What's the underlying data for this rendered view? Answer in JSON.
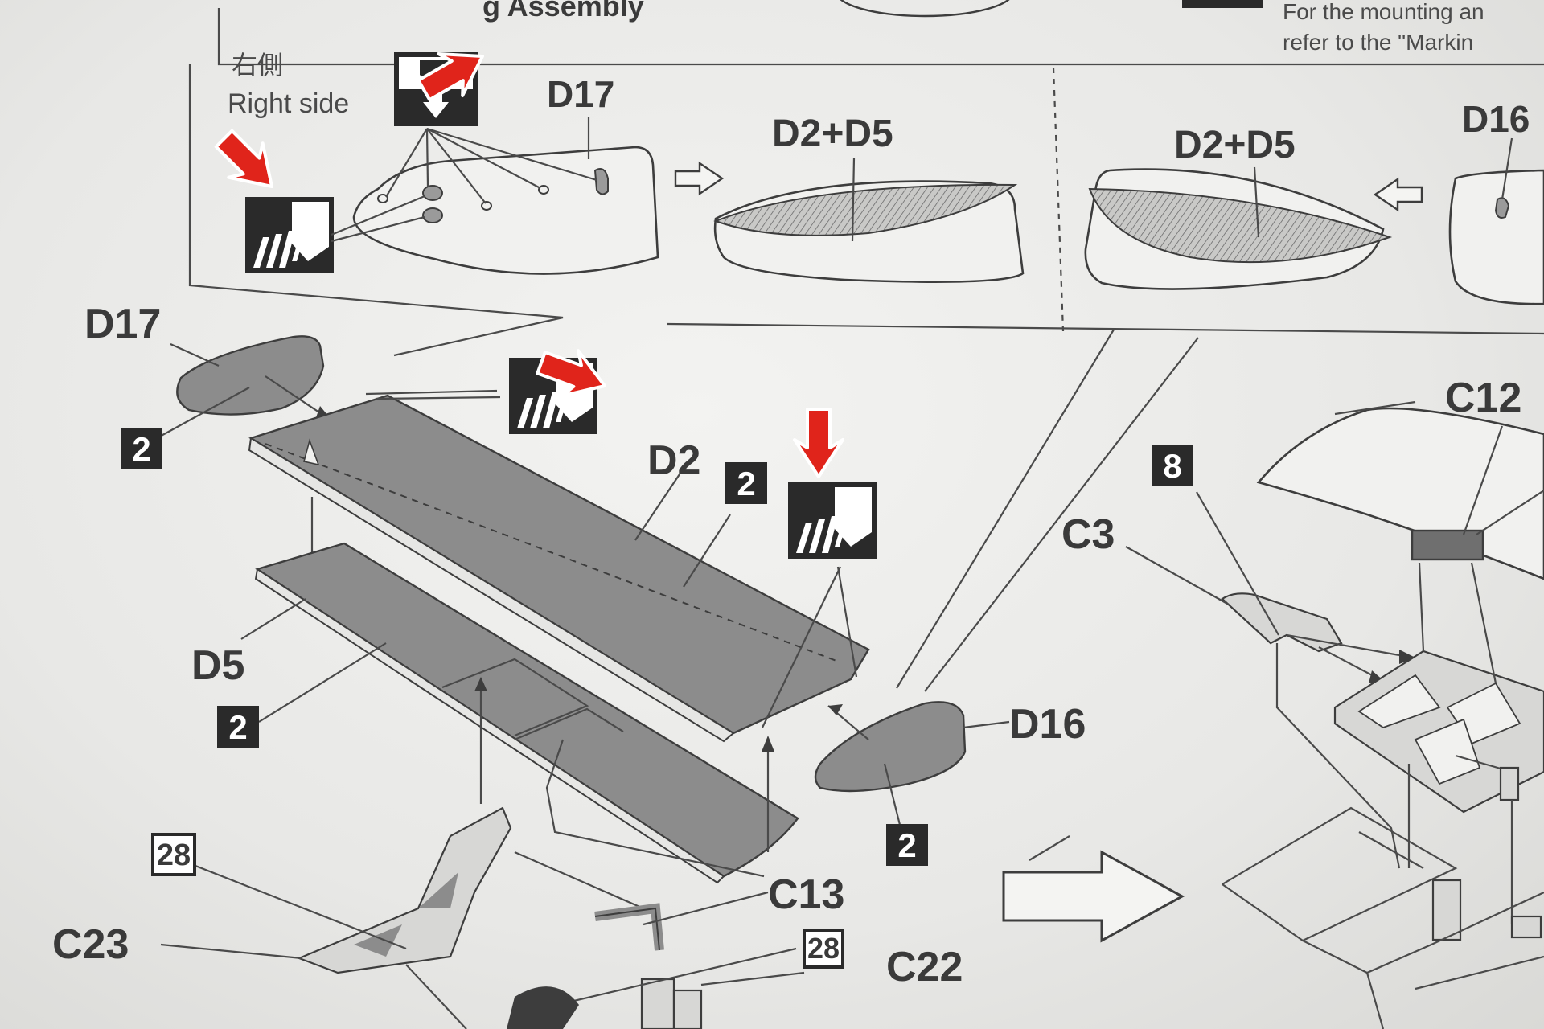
{
  "header": {
    "title_fragment": "g Assembly",
    "note_line1": "For the mounting an",
    "note_line2": "refer to the \"Markin"
  },
  "inset": {
    "side_label_jp": "右側",
    "side_label_en": "Right side",
    "labels": {
      "d17": "D17",
      "d2d5_left": "D2+D5",
      "d2d5_right": "D2+D5",
      "d16": "D16"
    }
  },
  "parts": {
    "d17": "D17",
    "d2": "D2",
    "d5": "D5",
    "d16": "D16",
    "c12": "C12",
    "c3": "C3",
    "c13": "C13",
    "c22": "C22",
    "c23": "C23"
  },
  "badges": {
    "d17_color": "2",
    "d2_color": "2",
    "d5_color": "2",
    "d16_color": "2",
    "c3_color": "8",
    "c23_color": "28",
    "c22_color": "28"
  },
  "colors": {
    "arrow_red": "#e0241b",
    "part_gray": "#8c8c8c",
    "line": "#3d3d3d"
  },
  "icons": [
    "glue-icon",
    "paint-cement-icon",
    "red-arrow-icon"
  ]
}
